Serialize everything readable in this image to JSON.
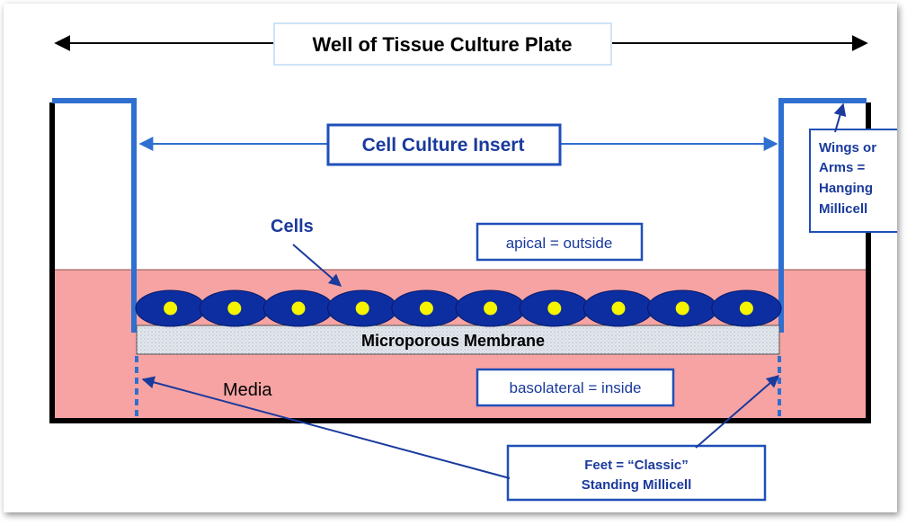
{
  "title": "Well of Tissue Culture Plate",
  "insert_label": "Cell Culture Insert",
  "cells_label": "Cells",
  "apical_label": "apical = outside",
  "membrane_label": "Microporous Membrane",
  "media_label": "Media",
  "basolateral_label": "basolateral = inside",
  "wings_label": [
    "Wings or",
    "Arms =",
    "Hanging",
    "Millicell"
  ],
  "feet_label": [
    "Feet = “Classic”",
    "Standing Millicell"
  ],
  "cell_count": 10,
  "colors": {
    "media": "#f7a3a3",
    "insert_wall": "#2f6fd0",
    "cell": "#0d2ea0",
    "nucleus": "#f5f500",
    "text_blue": "#1a3a9c",
    "box_border": "#1f4fb8",
    "well_wall": "#000000",
    "membrane": "#dfe4ec"
  }
}
